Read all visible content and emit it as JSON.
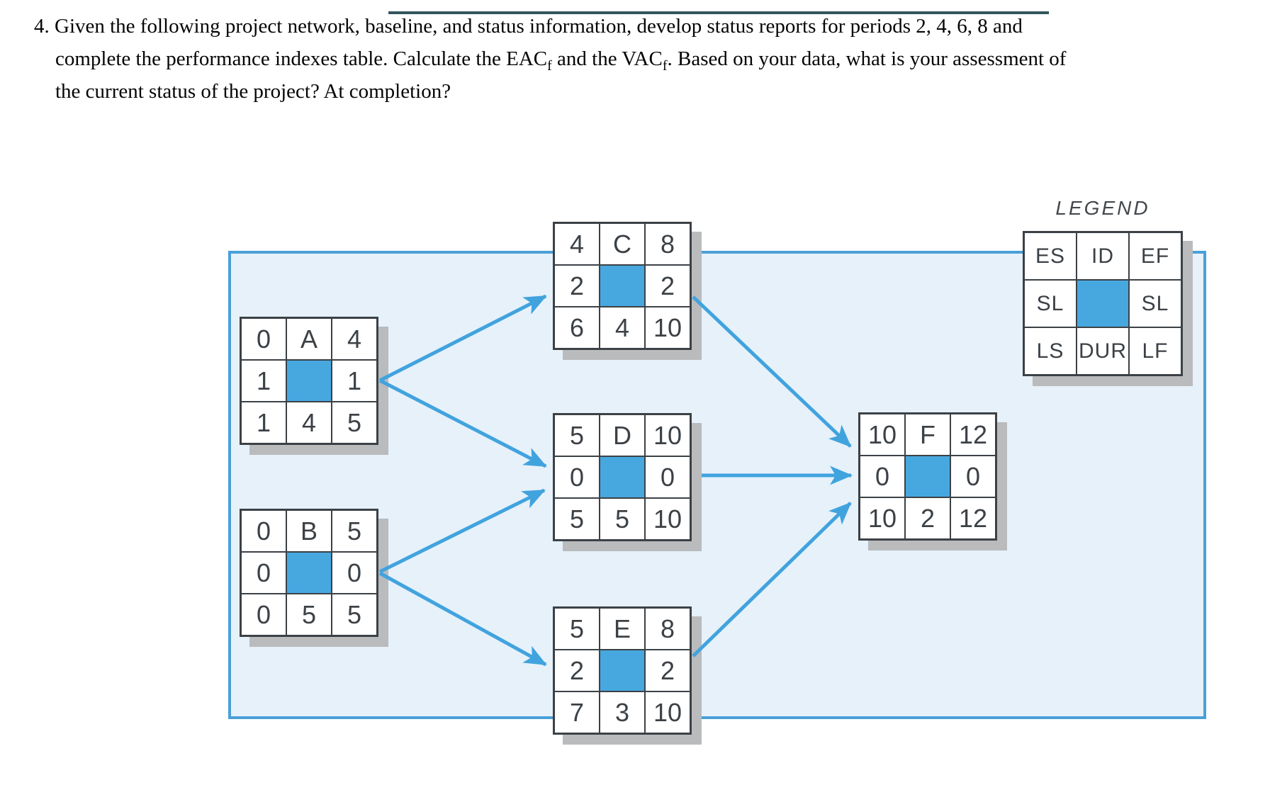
{
  "question": {
    "number": "4.",
    "line1": "Given the following project network, baseline, and status information, develop status reports for periods 2, 4, 6, 8 and",
    "line2a": "complete the performance indexes table. Calculate the EAC",
    "line2sub1": "f",
    "line2b": " and the VAC",
    "line2sub2": "f",
    "line2c": ". Based on your data, what is your assessment of",
    "line3": "the current status of the project? At completion?"
  },
  "legend": {
    "title": "LEGEND",
    "cells": [
      "ES",
      "ID",
      "EF",
      "SL",
      "",
      "SL",
      "LS",
      "DUR",
      "LF"
    ]
  },
  "nodes": {
    "A": {
      "cells": [
        "0",
        "A",
        "4",
        "1",
        "",
        "1",
        "1",
        "4",
        "5"
      ]
    },
    "B": {
      "cells": [
        "0",
        "B",
        "5",
        "0",
        "",
        "0",
        "0",
        "5",
        "5"
      ]
    },
    "C": {
      "cells": [
        "4",
        "C",
        "8",
        "2",
        "",
        "2",
        "6",
        "4",
        "10"
      ]
    },
    "D": {
      "cells": [
        "5",
        "D",
        "10",
        "0",
        "",
        "0",
        "5",
        "5",
        "10"
      ]
    },
    "E": {
      "cells": [
        "5",
        "E",
        "8",
        "2",
        "",
        "2",
        "7",
        "3",
        "10"
      ]
    },
    "F": {
      "cells": [
        "10",
        "F",
        "12",
        "0",
        "",
        "0",
        "10",
        "2",
        "12"
      ]
    }
  },
  "edges": [
    {
      "from": "A",
      "to": "C"
    },
    {
      "from": "A",
      "to": "D"
    },
    {
      "from": "B",
      "to": "D"
    },
    {
      "from": "B",
      "to": "E"
    },
    {
      "from": "C",
      "to": "F"
    },
    {
      "from": "D",
      "to": "F"
    },
    {
      "from": "E",
      "to": "F"
    }
  ],
  "colors": {
    "node_fill": "#47a8e0",
    "arrow": "#41a3de",
    "panel_bg": "#e6f1fa",
    "panel_border": "#4aa0d8",
    "shadow": "#b9bbbd",
    "grid_line": "#3c4146",
    "top_rule": "#33565c"
  }
}
